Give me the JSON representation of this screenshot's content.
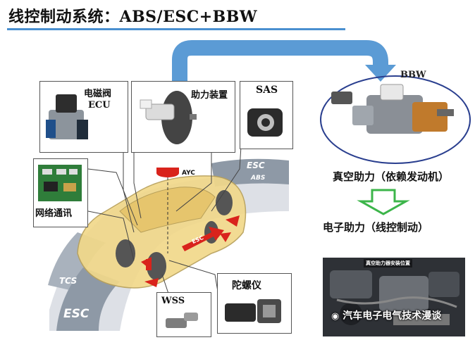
{
  "title": "线控制动系统：ABS/ESC+BBW",
  "labels": {
    "solenoid_valve": "电磁阀",
    "ecu": "ECU",
    "booster": "助力装置",
    "sas": "SAS",
    "network": "网络通讯",
    "ayc": "AYC",
    "esc_top": "ESC",
    "abs_top": "ABS",
    "esc_arrow": "ESC",
    "tcs": "TCS",
    "esc_bottom": "ESC",
    "wss": "WSS",
    "gyro": "陀螺仪",
    "bbw": "BBW",
    "vacuum_assist": "真空助力（依赖发动机）",
    "electronic_assist": "电子助力（线控制动）",
    "engine_bay_caption": "真空助力器安装位置",
    "watermark": "汽车电子电气技术漫谈"
  },
  "colors": {
    "accent_blue": "#3f86c9",
    "arrow_green": "#3cb54a",
    "ellipse_border": "#2a3f8f",
    "car_yellow": "#f1d88a",
    "brake_red": "#d9231c"
  }
}
